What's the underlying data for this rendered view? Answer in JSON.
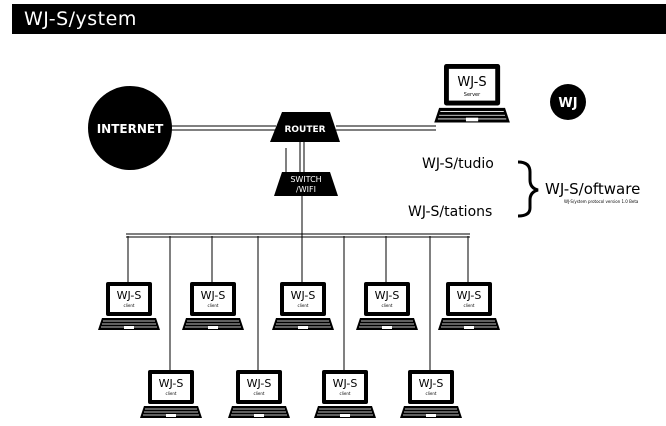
{
  "title": "WJ-S/ystem",
  "logo_text": "WJ",
  "internet_label": "INTERNET",
  "router_label": "ROUTER",
  "switch_label_line1": "SWITCH",
  "switch_label_line2": "/WIFI",
  "server": {
    "name": "WJ-S",
    "role": "Server"
  },
  "client": {
    "name": "WJ-S",
    "role": "client"
  },
  "studio_label": "WJ-S/tudio",
  "stations_label": "WJ-S/tations",
  "software_label": "WJ-S/oftware",
  "software_sub": "WJ-S/ystem protocol version 1.0 Beta",
  "colors": {
    "ink": "#000000",
    "paper": "#ffffff"
  }
}
